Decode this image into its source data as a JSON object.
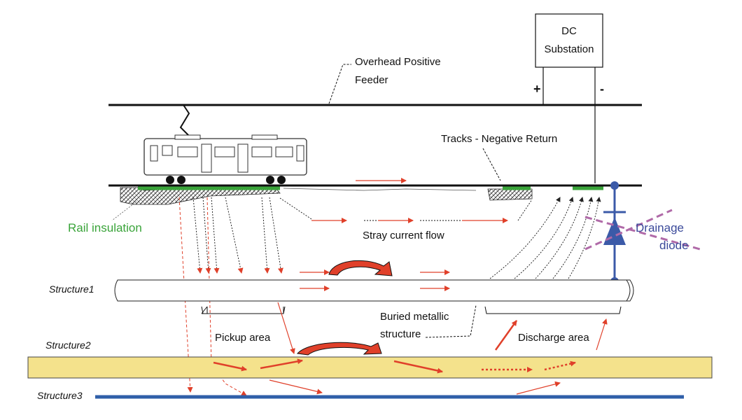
{
  "labels": {
    "dc_substation_line1": "DC",
    "dc_substation_line2": "Substation",
    "plus": "+",
    "minus": "-",
    "overhead_line1": "Overhead Positive",
    "overhead_line2": "Feeder",
    "tracks_negative_return": "Tracks - Negative Return",
    "rail_insulation": "Rail insulation",
    "stray_current_flow": "Stray current flow",
    "drainage_line1": "Drainage",
    "drainage_line2": "diode",
    "structure1": "Structure1",
    "structure2": "Structure2",
    "structure3": "Structure3",
    "buried_line1": "Buried metallic",
    "buried_line2": "structure",
    "pickup_area": "Pickup area",
    "discharge_area": "Discharge area"
  },
  "colors": {
    "line": "#111111",
    "current_arrow": "#e0402a",
    "insulation": "#3aa43a",
    "diode": "#3b5aa8",
    "strike": "#b06aa8",
    "structure2_fill": "#f4e28c",
    "structure3": "#2f5fa8"
  }
}
